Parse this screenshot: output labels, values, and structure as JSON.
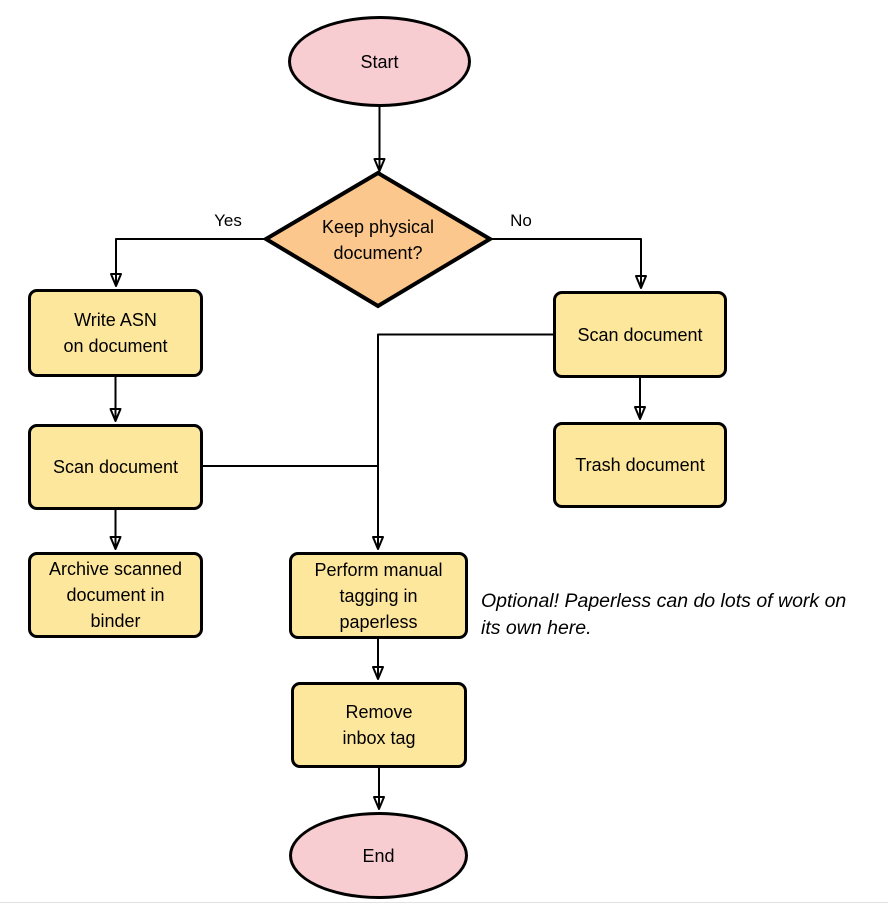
{
  "diagram": {
    "type": "flowchart",
    "nodes": {
      "start": {
        "label": "Start",
        "shape": "terminator"
      },
      "decision": {
        "label": "Keep physical\ndocument?",
        "shape": "decision"
      },
      "write_asn": {
        "label": "Write ASN\non document",
        "shape": "process"
      },
      "scan_left": {
        "label": "Scan document",
        "shape": "process"
      },
      "archive": {
        "label": "Archive scanned\ndocument in\nbinder",
        "shape": "process"
      },
      "scan_right": {
        "label": "Scan document",
        "shape": "process"
      },
      "trash": {
        "label": "Trash document",
        "shape": "process"
      },
      "tagging": {
        "label": "Perform manual\ntagging in\npaperless",
        "shape": "process"
      },
      "remove_inbox": {
        "label": "Remove\ninbox tag",
        "shape": "process"
      },
      "end": {
        "label": "End",
        "shape": "terminator"
      }
    },
    "edge_labels": {
      "yes": "Yes",
      "no": "No"
    },
    "edges": [
      {
        "from": "start",
        "to": "decision"
      },
      {
        "from": "decision",
        "to": "write_asn",
        "label": "Yes"
      },
      {
        "from": "decision",
        "to": "scan_right",
        "label": "No"
      },
      {
        "from": "write_asn",
        "to": "scan_left"
      },
      {
        "from": "scan_left",
        "to": "archive"
      },
      {
        "from": "scan_left",
        "to": "tagging"
      },
      {
        "from": "scan_right",
        "to": "trash"
      },
      {
        "from": "scan_right",
        "to": "tagging"
      },
      {
        "from": "tagging",
        "to": "remove_inbox"
      },
      {
        "from": "remove_inbox",
        "to": "end"
      }
    ],
    "annotation": "Optional! Paperless can do lots of work on\nits own here.",
    "colors": {
      "terminal_fill": "#f8cdd2",
      "decision_fill": "#fcc78c",
      "process_fill": "#fde79c",
      "stroke": "#000000",
      "divider": "#e2e2e2"
    }
  }
}
